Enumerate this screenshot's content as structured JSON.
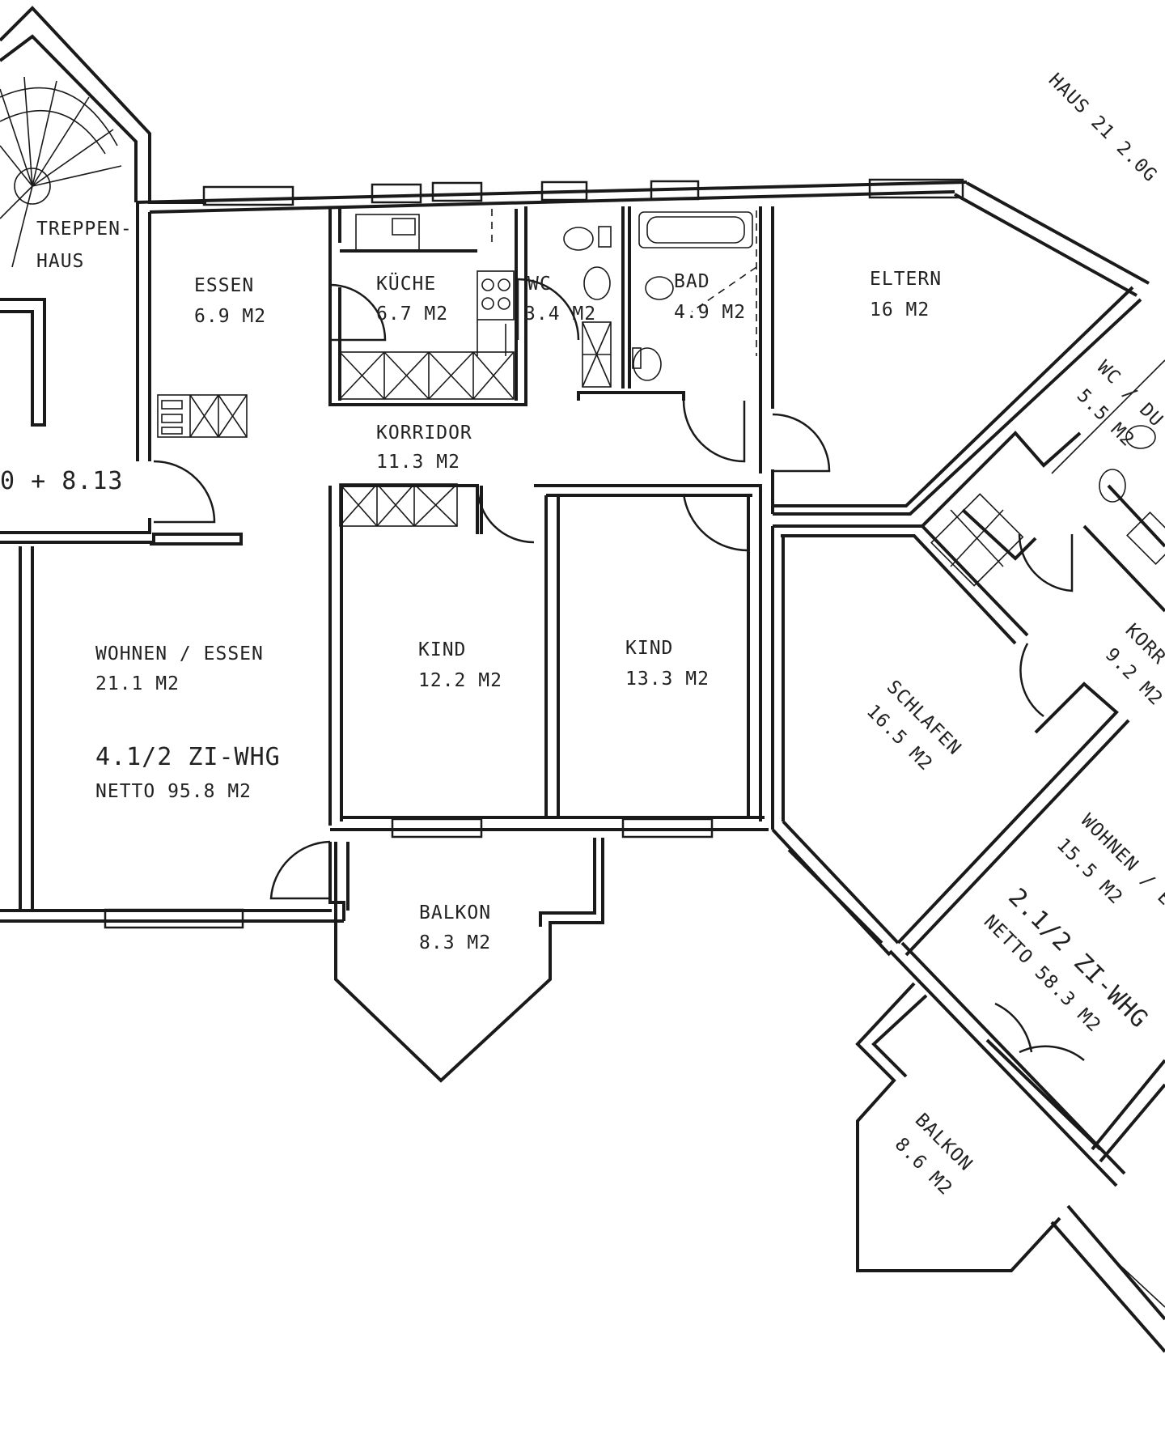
{
  "corner_label": "HAUS 21 2.0G",
  "apartments": {
    "left": {
      "name": "4.1/2 ZI-WHG",
      "netto": "NETTO 95.8 M2"
    },
    "right": {
      "name": "2.1/2 ZI-WHG",
      "netto": "NETTO 58.3 M2"
    }
  },
  "stair_area": "0 + 8.13",
  "rooms": {
    "treppenhaus_1": "TREPPEN-",
    "treppenhaus_2": "HAUS",
    "essen": {
      "name": "ESSEN",
      "area": "6.9 M2"
    },
    "kueche": {
      "name": "KÜCHE",
      "area": "6.7 M2"
    },
    "wc": {
      "name": "WC",
      "area": "3.4 M2"
    },
    "bad": {
      "name": "BAD",
      "area": "4.9 M2"
    },
    "eltern": {
      "name": "ELTERN",
      "area": "16 M2"
    },
    "korridor": {
      "name": "KORRIDOR",
      "area": "11.3 M2"
    },
    "kind1": {
      "name": "KIND",
      "area": "12.2 M2"
    },
    "kind2": {
      "name": "KIND",
      "area": "13.3 M2"
    },
    "wohnen_essen": {
      "name": "WOHNEN / ESSEN",
      "area": "21.1 M2"
    },
    "balkon1": {
      "name": "BALKON",
      "area": "8.3 M2"
    },
    "schlafen": {
      "name": "SCHLAFEN",
      "area": "16.5 M2"
    },
    "wc_du": {
      "name": "WC / DU",
      "area": "5.5 M2"
    },
    "korr2": {
      "name": "KORR",
      "area": "9.2 M2"
    },
    "wohnen2": {
      "name": "WOHNEN / E",
      "area": "15.5 M2"
    },
    "balkon2": {
      "name": "BALKON",
      "area": "8.6 M2"
    }
  }
}
